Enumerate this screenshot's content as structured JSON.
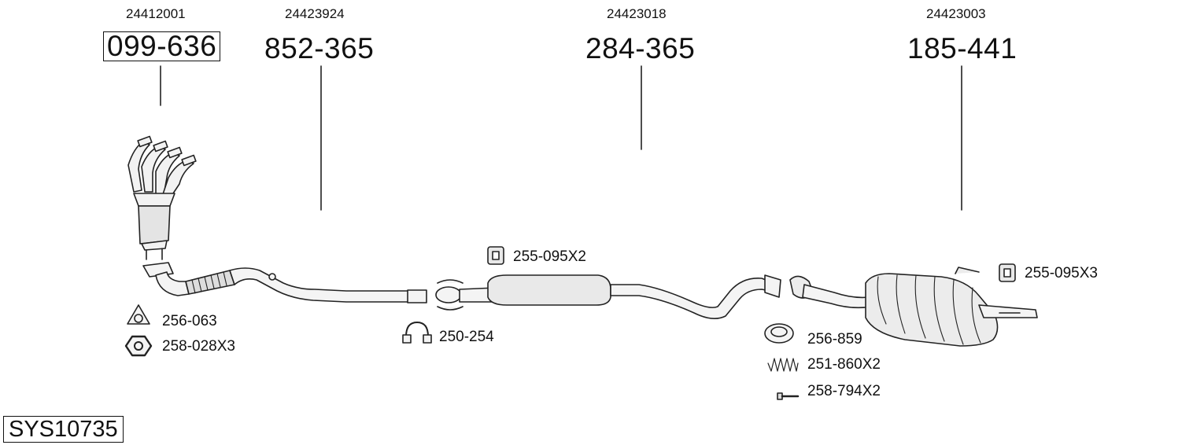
{
  "parts": [
    {
      "oe": "24412001",
      "number": "099-636"
    },
    {
      "oe": "24423924",
      "number": "852-365"
    },
    {
      "oe": "24423018",
      "number": "284-365"
    },
    {
      "oe": "24423003",
      "number": "185-441"
    }
  ],
  "accessories": [
    {
      "code": "256-063",
      "icon": "flange-gasket-icon"
    },
    {
      "code": "258-028X3",
      "icon": "hex-nut-icon"
    },
    {
      "code": "255-095X2",
      "icon": "rubber-mount-icon"
    },
    {
      "code": "250-254",
      "icon": "pipe-clamp-icon"
    },
    {
      "code": "256-859",
      "icon": "ring-gasket-icon"
    },
    {
      "code": "251-860X2",
      "icon": "spring-icon"
    },
    {
      "code": "258-794X2",
      "icon": "bolt-icon"
    },
    {
      "code": "255-095X3",
      "icon": "rubber-mount-icon"
    }
  ],
  "system": {
    "code": "SYS10735"
  }
}
